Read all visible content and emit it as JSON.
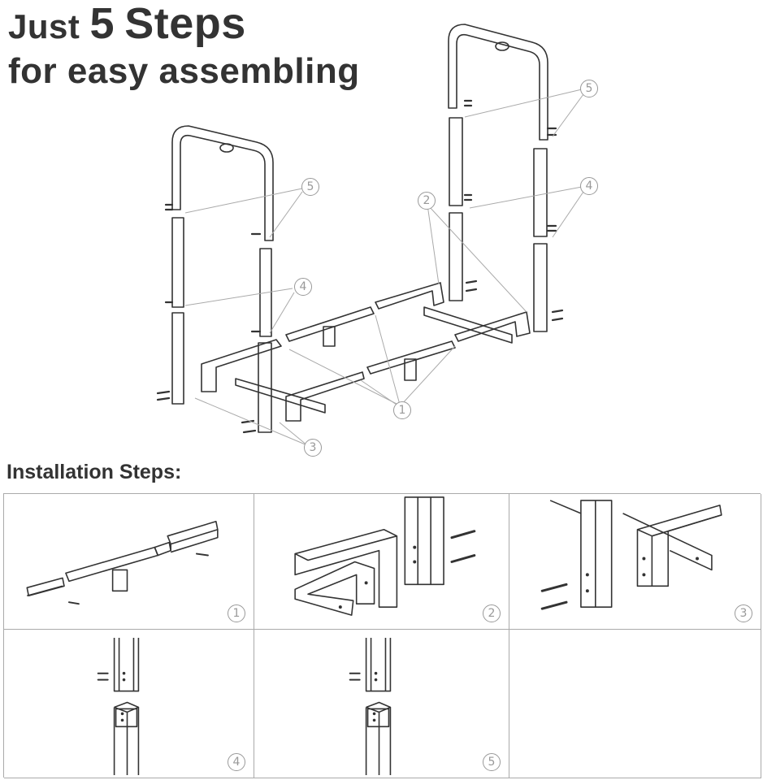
{
  "headline": {
    "line1_prefix": "Just",
    "line1_number": "5",
    "line1_suffix": "Steps",
    "line2": "for easy assembling"
  },
  "overview_callouts": [
    "5",
    "5",
    "4",
    "4",
    "2",
    "1",
    "3"
  ],
  "section_title": "Installation Steps:",
  "steps": [
    {
      "number": "1"
    },
    {
      "number": "2"
    },
    {
      "number": "3"
    },
    {
      "number": "4"
    },
    {
      "number": "5"
    }
  ],
  "colors": {
    "ink": "#333333",
    "leader": "#aaaaaa",
    "callout": "#999999",
    "grid": "#aaaaaa"
  }
}
